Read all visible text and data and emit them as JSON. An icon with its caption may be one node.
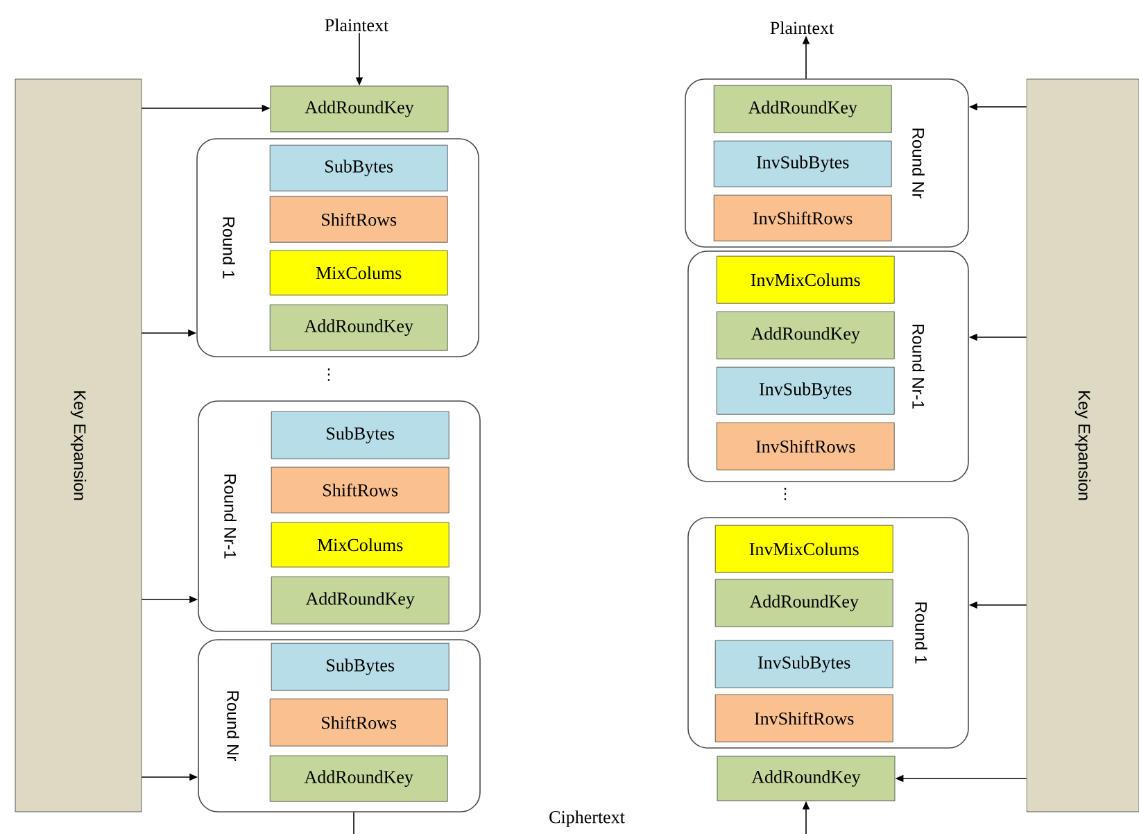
{
  "diagram": {
    "nodes": [
      {
        "text": [
          "Plaintext"
        ]
      },
      {
        "text": [
          "Key Expansion"
        ]
      },
      {
        "text": [
          "AddRoundKey"
        ]
      },
      {
        "text": [
          "Round 1"
        ]
      },
      {
        "text": [
          "SubBytes"
        ],
        "in": 3
      },
      {
        "text": [
          "ShiftRows"
        ],
        "in": 3
      },
      {
        "text": [
          "MixColums"
        ],
        "in": 3
      },
      {
        "text": [
          "AddRoundKey"
        ],
        "in": 3
      },
      {
        "text": [
          "Round  Nr-1"
        ]
      },
      {
        "text": [
          "SubBytes"
        ],
        "in": 8
      },
      {
        "text": [
          "ShiftRows"
        ],
        "in": 8
      },
      {
        "text": [
          "MixColums"
        ],
        "in": 8
      },
      {
        "text": [
          "AddRoundKey"
        ],
        "in": 8
      },
      {
        "text": [
          "Round Nr"
        ]
      },
      {
        "text": [
          "SubBytes"
        ],
        "in": 13
      },
      {
        "text": [
          "ShiftRows"
        ],
        "in": 13
      },
      {
        "text": [
          "AddRoundKey"
        ],
        "in": 13
      },
      {
        "text": [
          "Plaintext"
        ]
      },
      {
        "text": [
          "Round Nr"
        ]
      },
      {
        "text": [
          "AddRoundKey"
        ],
        "in": 18
      },
      {
        "text": [
          "InvSubBytes"
        ],
        "in": 18
      },
      {
        "text": [
          "InvShiftRows"
        ],
        "in": 18
      },
      {
        "text": [
          "Round  Nr-1"
        ]
      },
      {
        "text": [
          "InvMixColums"
        ],
        "in": 22
      },
      {
        "text": [
          "AddRoundKey"
        ],
        "in": 22
      },
      {
        "text": [
          "InvSubBytes"
        ],
        "in": 22
      },
      {
        "text": [
          "InvShiftRows"
        ],
        "in": 22
      },
      {
        "text": [
          "Round 1"
        ]
      },
      {
        "text": [
          "InvMixColums"
        ],
        "in": 27
      },
      {
        "text": [
          "AddRoundKey"
        ],
        "in": 27
      },
      {
        "text": [
          "InvSubBytes"
        ],
        "in": 27
      },
      {
        "text": [
          "InvShiftRows"
        ],
        "in": 27
      },
      {
        "text": [
          "AddRoundKey"
        ]
      },
      {
        "text": [
          "Key Expansion"
        ]
      }
    ],
    "edges": [
      {
        "from": 0,
        "to": 2,
        "arrow": "to"
      },
      {
        "from": 1,
        "to": 2,
        "arrow": "to"
      },
      {
        "from": 1,
        "to": 3,
        "arrow": "to"
      },
      {
        "from": 1,
        "to": 8,
        "arrow": "to"
      },
      {
        "from": 1,
        "to": 13,
        "arrow": "to"
      },
      {
        "from": 13,
        "to": null,
        "arrow": "none"
      },
      {
        "from": 18,
        "to": 17,
        "arrow": "to"
      },
      {
        "from": 33,
        "to": 18,
        "arrow": "to"
      },
      {
        "from": 33,
        "to": 22,
        "arrow": "to"
      },
      {
        "from": 33,
        "to": 27,
        "arrow": "to"
      },
      {
        "from": 33,
        "to": 32,
        "arrow": "to"
      },
      {
        "from": null,
        "to": 32,
        "arrow": "to"
      }
    ],
    "labels": [
      "⋮",
      "⋮",
      "Ciphertext"
    ]
  }
}
